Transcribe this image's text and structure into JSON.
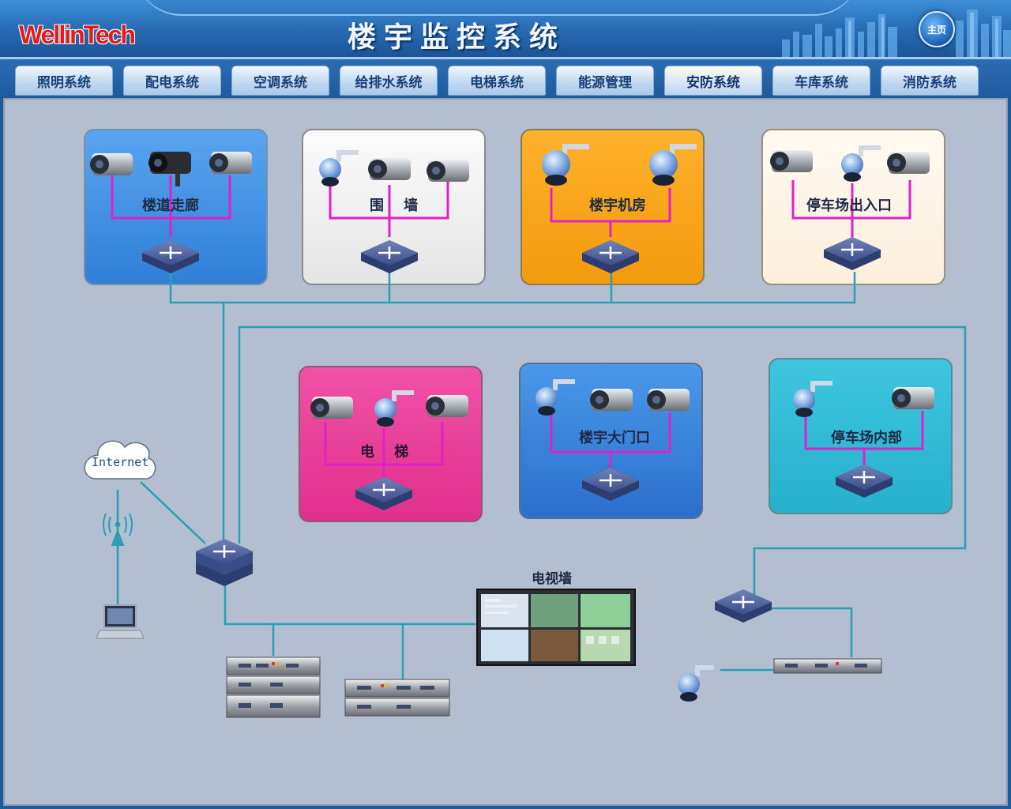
{
  "header": {
    "logo_text": "WellinTech",
    "title": "楼宇监控系统",
    "home_label": "主页"
  },
  "nav": {
    "items": [
      {
        "label": "照明系统"
      },
      {
        "label": "配电系统"
      },
      {
        "label": "空调系统"
      },
      {
        "label": "给排水系统"
      },
      {
        "label": "电梯系统"
      },
      {
        "label": "能源管理"
      },
      {
        "label": "安防系统",
        "active": true
      },
      {
        "label": "车库系统"
      },
      {
        "label": "消防系统"
      }
    ]
  },
  "zones": [
    {
      "label": "楼道走廊",
      "color": "#3d8ee6"
    },
    {
      "label": "围    墙",
      "color": "#f1f1f1"
    },
    {
      "label": "楼宇机房",
      "color": "#f7a418"
    },
    {
      "label": "停车场出入口",
      "color": "#fdf3e3"
    },
    {
      "label": "电    梯",
      "color": "#e83e98"
    },
    {
      "label": "楼宇大门口",
      "color": "#3a86e0"
    },
    {
      "label": "停车场内部",
      "color": "#2fb9d3"
    }
  ],
  "diagram": {
    "tv_wall_label": "电视墙",
    "internet_label": "Internet",
    "wire_color": "#2a9fb3",
    "camera_wire_color": "#e020c8"
  }
}
